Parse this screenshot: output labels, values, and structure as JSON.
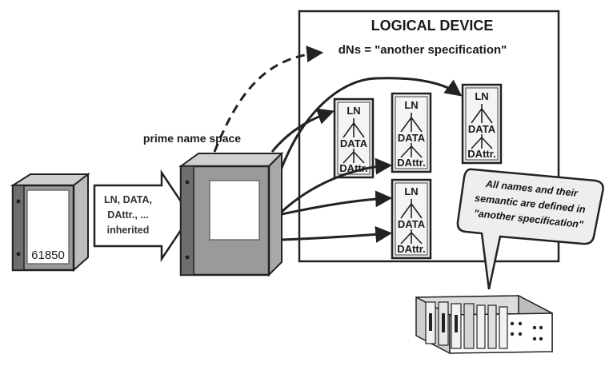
{
  "logical_device": {
    "title": "LOGICAL DEVICE",
    "dns_label": "dNs = \"another specification\""
  },
  "prime_name_space": {
    "label": "prime name space"
  },
  "standard_book": {
    "label": "61850"
  },
  "inherit_arrow": {
    "lines": [
      "LN, DATA,",
      "DAttr., ...",
      "inherited"
    ]
  },
  "ln_tree": {
    "ln": "LN",
    "data": "DATA",
    "dattr": "DAttr."
  },
  "callout": {
    "lines": [
      "All names and their",
      "semantic are defined in",
      "\"another specification\""
    ]
  },
  "colors": {
    "stroke": "#222222",
    "binder_face": "#9a9a9a",
    "binder_side": "#6e6e6e",
    "panel_fill": "#e8e8e8",
    "callout_fill": "#eeeeee"
  }
}
